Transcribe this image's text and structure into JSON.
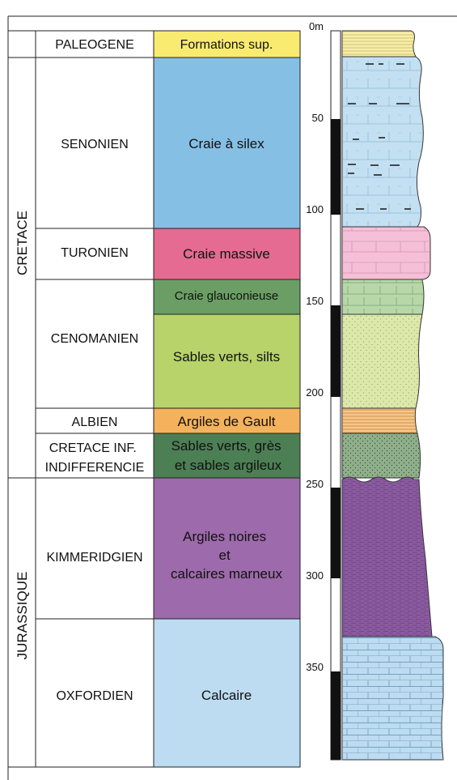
{
  "eras": [
    {
      "id": "cretace",
      "label": "CRETACE"
    },
    {
      "id": "jurassique",
      "label": "JURASSIQUE"
    }
  ],
  "stages": [
    {
      "id": "paleogene",
      "label": "PALEOGENE"
    },
    {
      "id": "senonien",
      "label": "SENONIEN"
    },
    {
      "id": "turonien",
      "label": "TURONIEN"
    },
    {
      "id": "cenomanien",
      "label": "CENOMANIEN"
    },
    {
      "id": "albien",
      "label": "ALBIEN"
    },
    {
      "id": "cretace-inf",
      "label": "CRETACE INF. INDIFFERENCIE",
      "lines": [
        "CRETACE INF.",
        "INDIFFERENCIE"
      ]
    },
    {
      "id": "kimmeridgien",
      "label": "KIMMERIDGIEN"
    },
    {
      "id": "oxfordien",
      "label": "OXFORDIEN"
    }
  ],
  "formations": [
    {
      "id": "formations-sup",
      "label": "Formations sup.",
      "lines": [
        "Formations sup."
      ],
      "color": "#f9eb70"
    },
    {
      "id": "craie-silex",
      "label": "Craie à silex",
      "lines": [
        "Craie à silex"
      ],
      "color": "#86bfe4"
    },
    {
      "id": "craie-massive",
      "label": "Craie massive",
      "lines": [
        "Craie massive"
      ],
      "color": "#e56b92"
    },
    {
      "id": "craie-glauconieuse",
      "label": "Craie glauconieuse",
      "lines": [
        "Craie glauconieuse"
      ],
      "color": "#6b9e64"
    },
    {
      "id": "sables-verts-silts",
      "label": "Sables verts, silts",
      "lines": [
        "Sables verts, silts"
      ],
      "color": "#b7d36a"
    },
    {
      "id": "argiles-gault",
      "label": "Argiles de Gault",
      "lines": [
        "Argiles de Gault"
      ],
      "color": "#f5b25c"
    },
    {
      "id": "sables-gres",
      "label": "Sables verts, grès et sables argileux",
      "lines": [
        "Sables verts, grès",
        "et sables argileux"
      ],
      "color": "#4d7f55"
    },
    {
      "id": "argiles-noires",
      "label": "Argiles noires et calcaires marneux",
      "lines": [
        "Argiles noires",
        "et",
        "calcaires marneux"
      ],
      "color": "#9d6aab"
    },
    {
      "id": "calcaire",
      "label": "Calcaire",
      "lines": [
        "Calcaire"
      ],
      "color": "#bddcf1"
    }
  ],
  "depth_scale": {
    "unit": "m",
    "labels": [
      "0m",
      "50",
      "100",
      "150",
      "200",
      "250",
      "300",
      "350"
    ]
  },
  "log_colors": {
    "paleogene": "#f8eea6",
    "senonien": "#c3e0f3",
    "turonien": "#f5bfd7",
    "glauconieuse": "#b7d7a8",
    "cenomanien": "#dbe8a9",
    "albien": "#f7c68a",
    "cretace_inf": "#8fae8a",
    "kimmeridgien": "#8b5aa0",
    "oxfordien": "#bddcf1"
  }
}
